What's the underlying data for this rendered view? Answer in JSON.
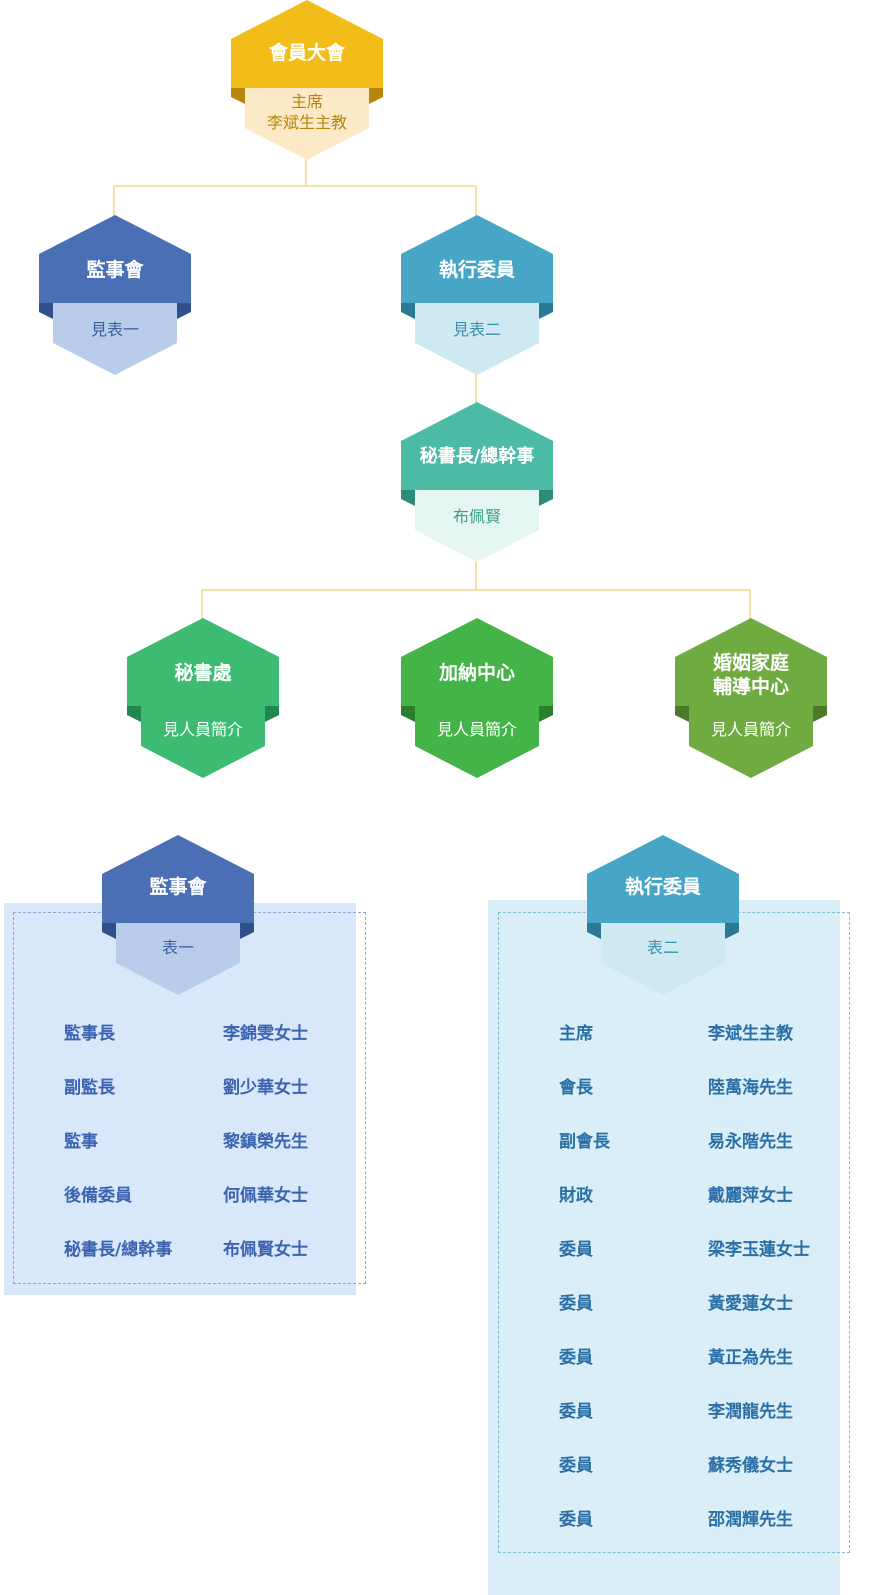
{
  "chart": {
    "top": {
      "title": "會員大會",
      "subtitle": [
        "主席",
        "李斌生主教"
      ]
    },
    "supervisory": {
      "title": "監事會",
      "subtitle": "見表一"
    },
    "executive": {
      "title": "執行委員",
      "subtitle": "見表二"
    },
    "secretary_general": {
      "title": "秘書長/總幹事",
      "subtitle": "布佩賢"
    },
    "departments": [
      {
        "title": [
          "秘書處"
        ],
        "subtitle": "見人員簡介"
      },
      {
        "title": [
          "加納中心"
        ],
        "subtitle": "見人員簡介"
      },
      {
        "title": [
          "婚姻家庭",
          "輔導中心"
        ],
        "subtitle": "見人員簡介"
      }
    ]
  },
  "table1": {
    "title": "監事會",
    "subtitle": "表一",
    "rows": [
      {
        "role": "監事長",
        "name": "李錦雯女士"
      },
      {
        "role": "副監長",
        "name": "劉少華女士"
      },
      {
        "role": "監事",
        "name": "黎鎮榮先生"
      },
      {
        "role": "後備委員",
        "name": "何佩華女士"
      },
      {
        "role": "秘書長/總幹事",
        "name": "布佩賢女士"
      }
    ]
  },
  "table2": {
    "title": "執行委員",
    "subtitle": "表二",
    "rows": [
      {
        "role": "主席",
        "name": "李斌生主教"
      },
      {
        "role": "會長",
        "name": "陸萬海先生"
      },
      {
        "role": "副會長",
        "name": "易永階先生"
      },
      {
        "role": "財政",
        "name": "戴麗萍女士"
      },
      {
        "role": "委員",
        "name": "梁李玉蓮女士"
      },
      {
        "role": "委員",
        "name": "黃愛蓮女士"
      },
      {
        "role": "委員",
        "name": "黃正為先生"
      },
      {
        "role": "委員",
        "name": "李潤龍先生"
      },
      {
        "role": "委員",
        "name": "蘇秀儀女士"
      },
      {
        "role": "委員",
        "name": "邵潤輝先生"
      }
    ]
  },
  "colors": {
    "gold": "#f2bd18",
    "gold_light": "#fce9c7",
    "indigo": "#4a6fb5",
    "indigo_light": "#b9cdeb",
    "teal": "#47a5c6",
    "teal_light": "#cfe9f3",
    "mint": "#4cbba5",
    "mint_light": "#e5f5f2",
    "green1": "#3dbb72",
    "green2": "#44b348",
    "green3": "#70ab42",
    "connector": "#f3d58a",
    "panel1": "#d9e7fb",
    "panel2": "#d9eef6"
  }
}
